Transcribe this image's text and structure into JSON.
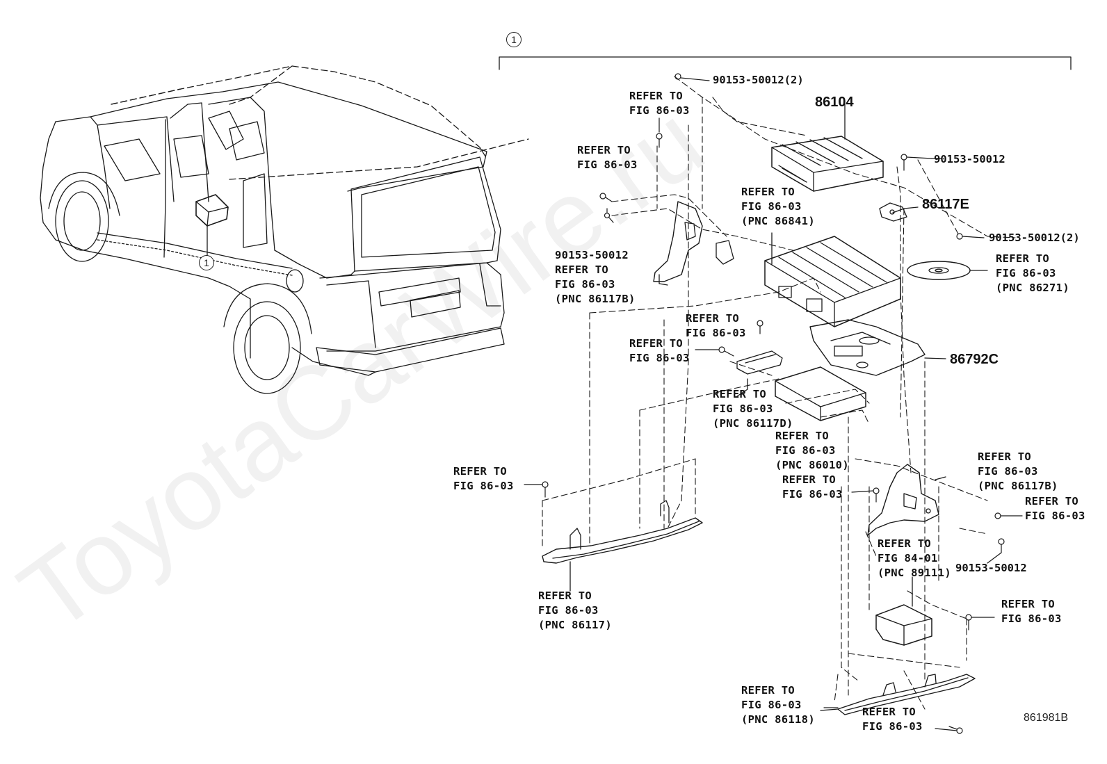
{
  "diagram": {
    "callout_number": "1",
    "figure_code": "861981B",
    "watermark": "ToyotaCarWire.ru"
  },
  "part_numbers": {
    "computer_assy": "86104",
    "bracket_e": "86117E",
    "bracket_c": "86792C",
    "screw": "90153-50012",
    "screw_x2": "90153-50012(2)"
  },
  "refs": {
    "r01": "REFER TO\nFIG 86-03",
    "r02": "REFER TO\nFIG 86-03",
    "r03": "90153-50012\nREFER TO\nFIG 86-03\n(PNC 86117B)",
    "r04": "REFER TO\nFIG 86-03\n(PNC 86841)",
    "r05": "REFER TO\nFIG 86-03\n(PNC 86271)",
    "r06": "REFER TO\nFIG 86-03",
    "r07": "REFER TO\nFIG 86-03",
    "r08": "REFER TO\nFIG 86-03\n(PNC 86117D)",
    "r09": "REFER TO\nFIG 86-03\n(PNC 86010)",
    "r10": "REFER TO\nFIG 86-03",
    "r11": "REFER TO\nFIG 86-03\n(PNC 86117B)",
    "r12": "REFER TO\nFIG 86-03",
    "r13": "REFER TO\nFIG 86-03",
    "r14": "REFER TO\nFIG 84-01\n(PNC 89111)",
    "r15": "90153-50012",
    "r16": "REFER TO\nFIG 86-03",
    "r17": "REFER TO\nFIG 86-03\n(PNC 86117)",
    "r18": "REFER TO\nFIG 86-03\n(PNC 86118)",
    "r19": "REFER TO\nFIG 86-03"
  }
}
